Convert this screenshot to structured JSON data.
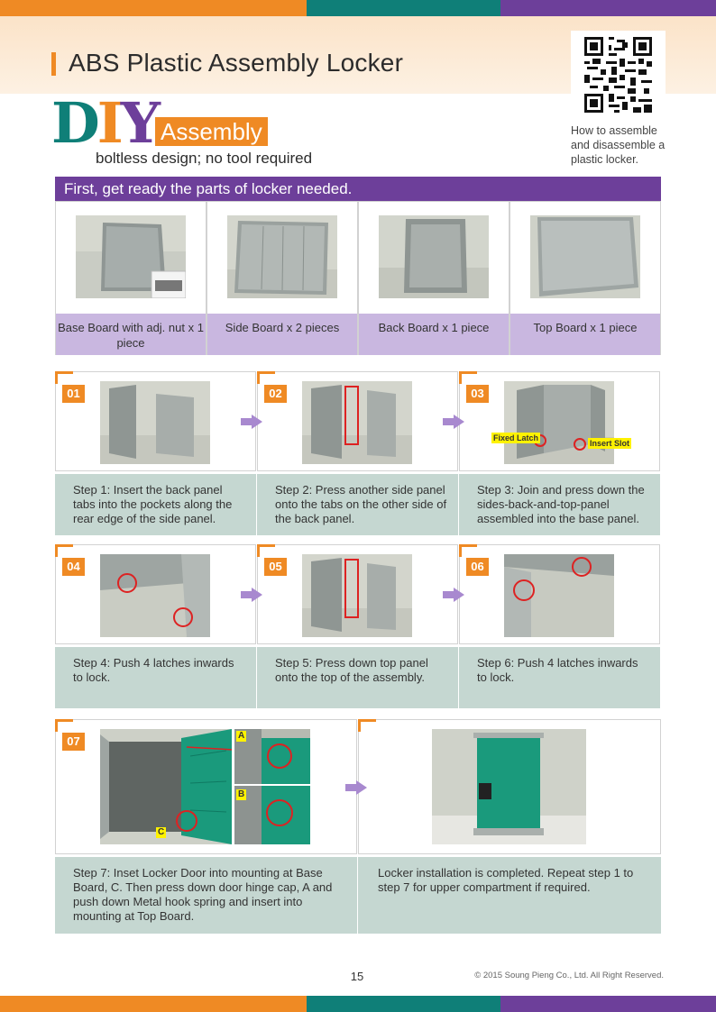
{
  "header": {
    "title": "ABS Plastic Assembly Locker",
    "diy": {
      "d": "D",
      "i": "I",
      "y": "Y"
    },
    "badge": "Assembly",
    "subtitle": "boltless design; no tool required",
    "qr_caption": "How to assemble and disassemble a plastic locker."
  },
  "parts_section": {
    "heading": "First, get ready the parts of locker needed.",
    "parts": [
      {
        "label": "Base Board with adj. nut x 1 piece"
      },
      {
        "label": "Side Board x 2 pieces"
      },
      {
        "label": "Back Board x 1 piece"
      },
      {
        "label": "Top Board x 1 piece"
      }
    ]
  },
  "steps": [
    {
      "num": "01",
      "text": "Step 1:  Insert the back panel tabs into the pockets along the rear edge of the side panel."
    },
    {
      "num": "02",
      "text": "Step 2: Press another side panel onto the tabs on the other side of the back panel."
    },
    {
      "num": "03",
      "text": "Step 3: Join and press down the sides-back-and-top-panel assembled into the base panel.",
      "callouts": {
        "fixed_latch": "Fixed Latch",
        "insert_slot": "Insert Slot"
      }
    },
    {
      "num": "04",
      "text": "Step 4: Push 4 latches inwards to lock."
    },
    {
      "num": "05",
      "text": "Step 5:  Press down top panel onto the top of the assembly."
    },
    {
      "num": "06",
      "text": "Step 6: Push 4 latches inwards to lock."
    }
  ],
  "final": {
    "num": "07",
    "callouts": {
      "a": "A",
      "b": "B",
      "c": "C"
    },
    "step7_text": "Step 7: Inset Locker Door into mounting at Base Board, C. Then press down door hinge cap, A and push down Metal hook spring and insert into mounting at Top Board.",
    "complete_text": "Locker installation is completed. Repeat step 1 to step 7 for upper compartment if required."
  },
  "footer": {
    "page_number": "15",
    "copyright": "© 2015 Soung Pieng Co., Ltd. All Right Reserved."
  },
  "colors": {
    "orange": "#ef8a24",
    "teal": "#0f7f78",
    "purple": "#6d3f9a",
    "lavender": "#c9b7e0",
    "mint": "#c5d7d1",
    "locker_green": "#1a9a7c"
  }
}
